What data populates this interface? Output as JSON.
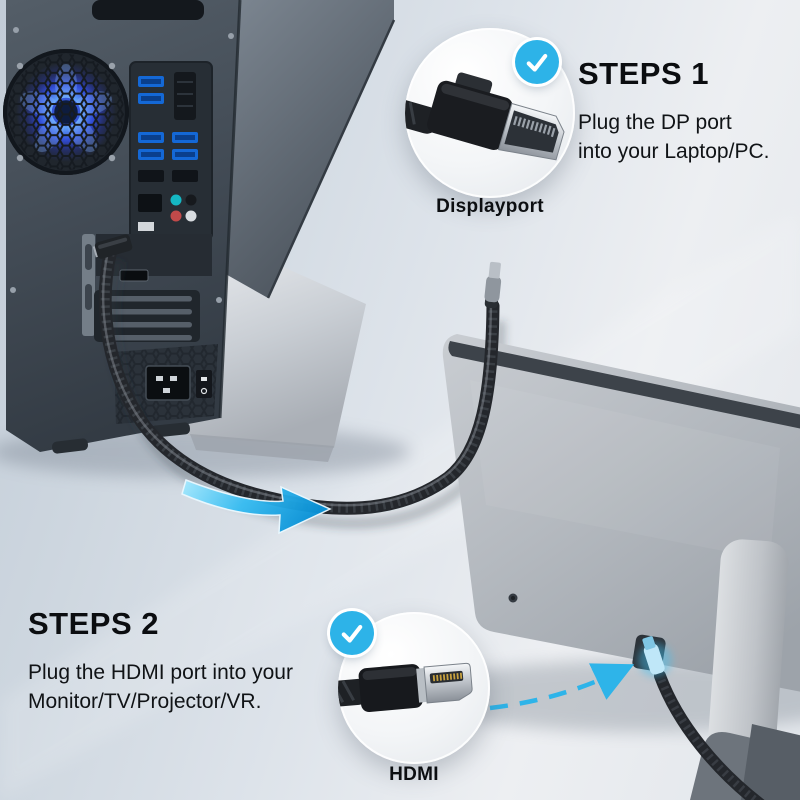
{
  "steps": [
    {
      "title": "STEPS 1",
      "description": "Plug the DP port\ninto your Laptop/PC.",
      "connector_label": "Displayport"
    },
    {
      "title": "STEPS 2",
      "description": "Plug the HDMI port into your\nMonitor/TV/Projector/VR.",
      "connector_label": "HDMI"
    }
  ],
  "icons": {
    "step1_badge": "checkmark-icon",
    "step2_badge": "checkmark-icon"
  },
  "colors": {
    "accent_blue": "#2db3e8",
    "text": "#0c0e11",
    "cable": "#24272c",
    "fan_glow": "#3350e0",
    "background_start": "#c2ccd7",
    "background_end": "#edeff2"
  }
}
